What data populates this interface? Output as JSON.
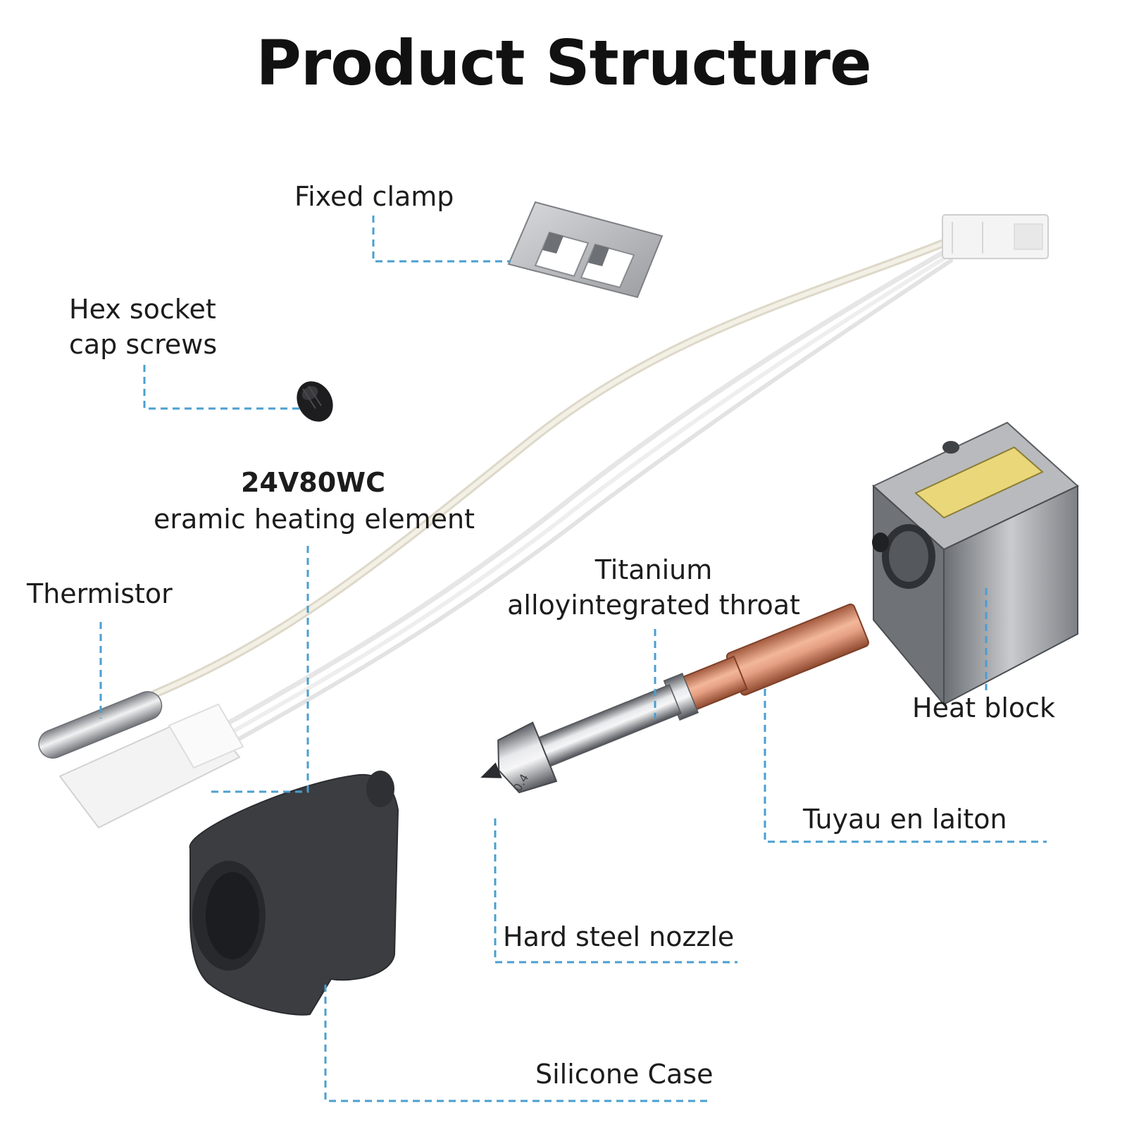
{
  "title": "Product Structure",
  "labels": {
    "fixed_clamp": "Fixed clamp",
    "hex_socket_line1": "Hex socket",
    "hex_socket_line2": "cap screws",
    "heater_model": "24V80WC",
    "heater_desc": "eramic heating element",
    "thermistor": "Thermistor",
    "throat_line1": "Titanium",
    "throat_line2": "alloyintegrated throat",
    "heat_block": "Heat block",
    "brass_tube": "Tuyau en laiton",
    "nozzle": "Hard steel nozzle",
    "silicone_case": "Silicone Case"
  },
  "nozzle_marking": "0.4",
  "colors": {
    "leader_line": "#4a9fd0",
    "silicone": "#3b3d41",
    "copper": "#d4896a",
    "steel": "#9ea1a5"
  }
}
